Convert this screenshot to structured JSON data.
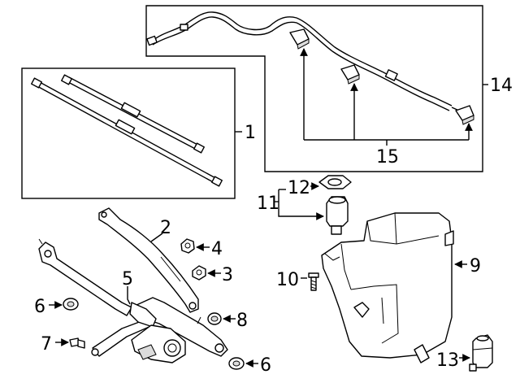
{
  "callouts": {
    "c1": "1",
    "c2": "2",
    "c3": "3",
    "c4": "4",
    "c5": "5",
    "c6a": "6",
    "c6b": "6",
    "c7": "7",
    "c8": "8",
    "c9": "9",
    "c10": "10",
    "c11": "11",
    "c12": "12",
    "c13": "13",
    "c14": "14",
    "c15": "15"
  },
  "colors": {
    "line": "#000000",
    "background": "#ffffff"
  }
}
